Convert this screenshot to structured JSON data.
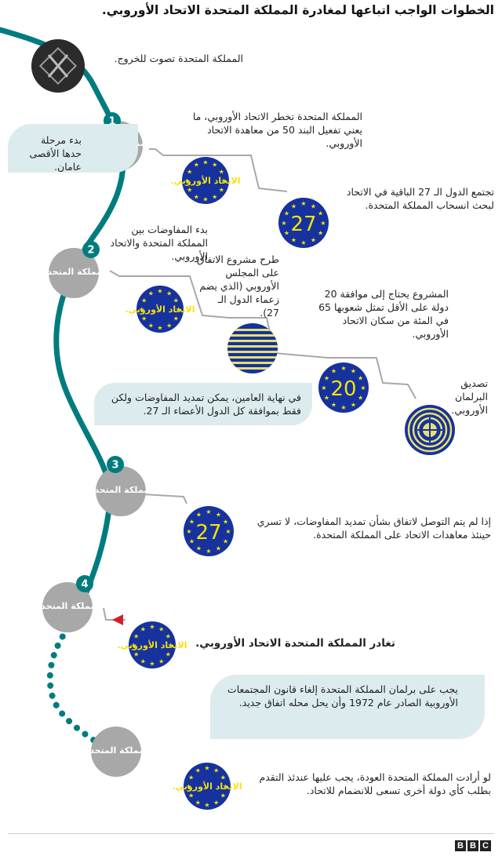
{
  "title": "الخطوات الواجب اتباعها لمغادرة المملكة المتحدة الاتحاد الأوروبي.",
  "uk_label": "المملكة المتحدة.",
  "eu_label": "الاتحاد الأوروبي.",
  "steps": [
    "1",
    "2",
    "3",
    "4"
  ],
  "badge_27": "27",
  "badge_20": "20",
  "texts": {
    "vote": "المملكة المتحدة تصوت للخروج.",
    "notify": "المملكة المتحدة تخطر الاتحاد الأوروبي، ما يعني تفعيل البند 50 من معاهدة الاتحاد الأوروبي.",
    "meet27": "تجتمع الدول الـ 27 الباقية في الاتحاد لبحث انسحاب المملكة المتحدة.",
    "negotiations": "بدء المفاوضات بين المملكة المتحدة والاتحاد الأوروبي.",
    "draft": "طرح مشروع الاتفاق على المجلس الأوروبي (الذي يضم زعماء الدول الـ 27).",
    "needs20": "المشروع يحتاج إلى موافقة 20 دولة على الأقل تمثل شعوبها 65 في المئة من سكان الاتحاد الأوروبي.",
    "parliament": "تصديق البرلمان الأوروبي.",
    "no_deal": "إذا لم يتم التوصل لاتفاق بشأن تمديد المفاوضات، لا تسري حينئذ معاهدات الاتحاد على المملكة المتحدة.",
    "leaves": "تغادر المملكة المتحدة الاتحاد الأوروبي.",
    "return": "لو أرادت المملكة المتحدة العودة، يجب عليها عندئذ التقدم بطلب كأي دولة أخرى تسعى للانضمام للاتحاد."
  },
  "boxes": {
    "two_years": "بدء مرحلة حدها الأقصى عامان.",
    "extend": "في نهاية العامين، يمكن تمديد المفاوضات ولكن فقط بموافقة كل الدول الأعضاء الـ 27.",
    "repeal": "يجب على برلمان المملكة المتحدة إلغاء قانون المجتمعات الأوروبية الصادر عام 1972 وأن يحل محله اتفاق جديد."
  },
  "footer": {
    "logo": [
      "B",
      "B",
      "C"
    ]
  },
  "colors": {
    "teal": "#007c7f",
    "eu_blue": "#15329e",
    "star_yellow": "#f5e10a",
    "uk_grey": "#a8a8a8",
    "box": "#dcebee",
    "arrow_red": "#d0202a"
  }
}
